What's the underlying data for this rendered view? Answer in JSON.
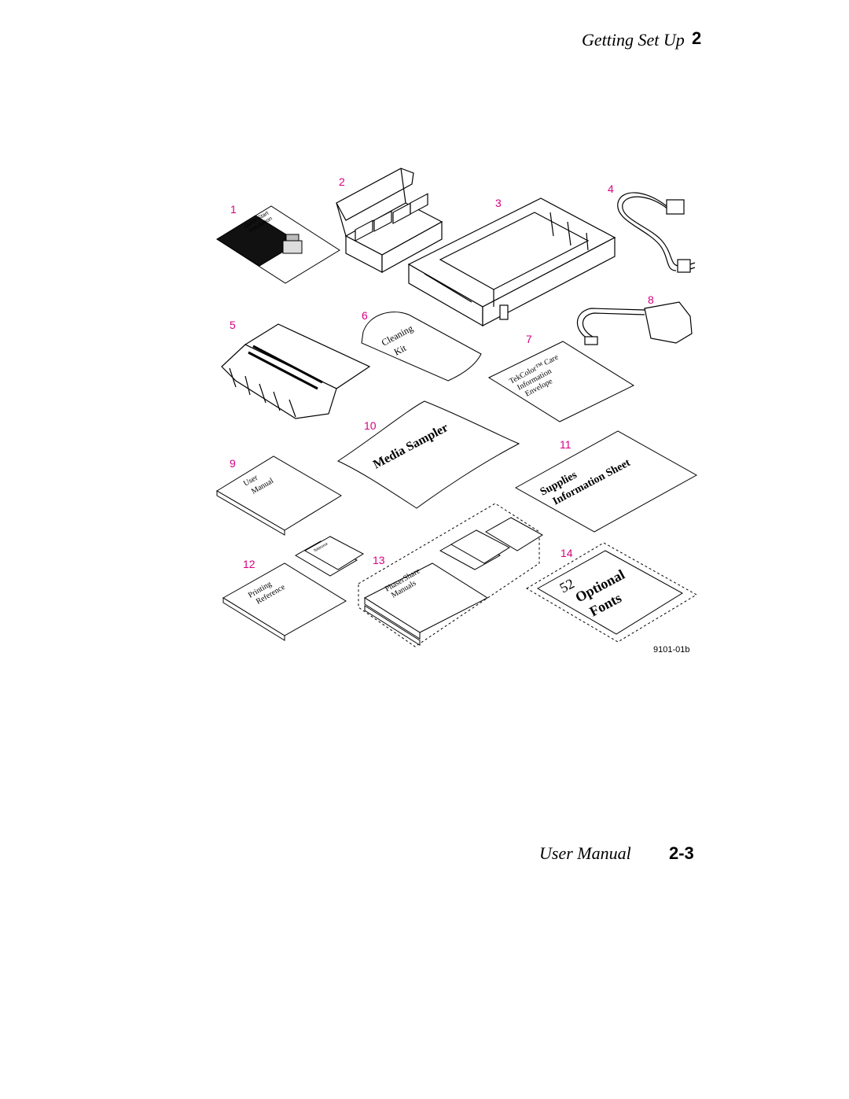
{
  "header": {
    "section_title": "Getting Set Up",
    "chapter_number": "2"
  },
  "footer": {
    "manual_title": "User Manual",
    "page_number": "2-3"
  },
  "figure": {
    "code": "9101-01b",
    "callouts": [
      "1",
      "2",
      "3",
      "4",
      "5",
      "6",
      "7",
      "8",
      "9",
      "10",
      "11",
      "12",
      "13",
      "14"
    ],
    "items": {
      "quick_start": {
        "line1": "Quick-Start",
        "line2": "Installation"
      },
      "cleaning_kit": {
        "line1": "Cleaning",
        "line2": "Kit"
      },
      "care_envelope": {
        "line1": "TekColor™ Care",
        "line2": "Information",
        "line3": "Envelope"
      },
      "media_sampler": {
        "text": "Media Sampler"
      },
      "user_manual": {
        "line1": "User",
        "line2": "Manual"
      },
      "supplies_sheet": {
        "line1": "Supplies",
        "line2": "Information Sheet"
      },
      "printing_reference": {
        "line1": "Printing",
        "line2": "Reference"
      },
      "phasershare": {
        "line1": "PhaserShare",
        "line2": "Manuals"
      },
      "fonts": {
        "line1": "52",
        "line2": "Optional",
        "line3": "Fonts"
      },
      "disk_label": "Tektronix"
    }
  }
}
